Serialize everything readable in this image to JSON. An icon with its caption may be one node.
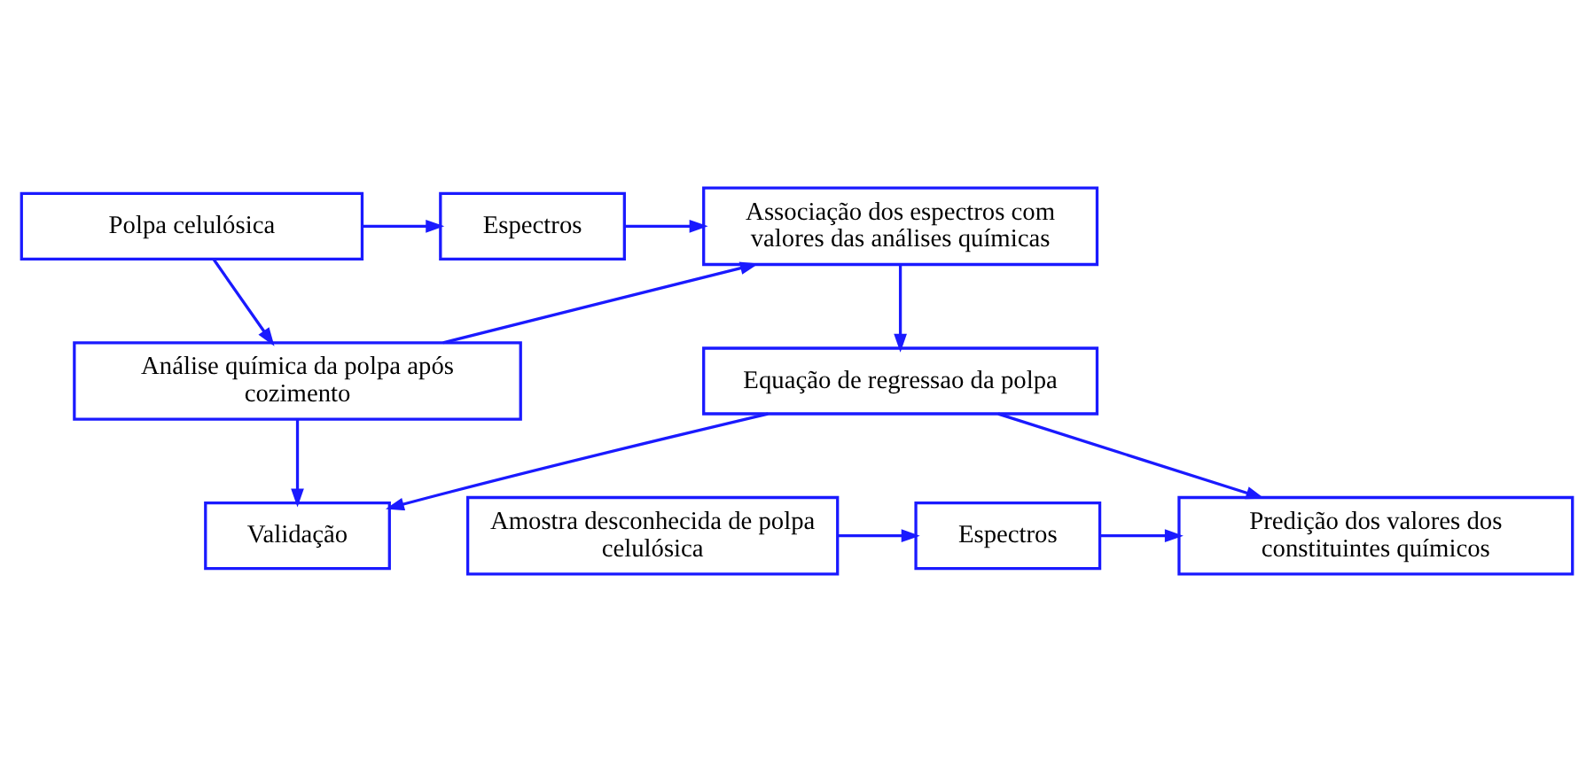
{
  "diagram": {
    "nodes": [
      {
        "text": [
          "Polpa celulósica"
        ]
      },
      {
        "text": [
          "Espectros"
        ]
      },
      {
        "text": [
          "Associação dos espectros com valores das análises químicas"
        ]
      },
      {
        "text": [
          "Análise química da polpa após cozimento"
        ]
      },
      {
        "text": [
          "Equação de regressao da polpa"
        ]
      },
      {
        "text": [
          "Validação"
        ]
      },
      {
        "text": [
          "Amostra desconhecida de polpa celulósica"
        ]
      },
      {
        "text": [
          "Espectros"
        ]
      },
      {
        "text": [
          "Predição dos valores dos constituintes químicos"
        ]
      }
    ],
    "edges": [
      {
        "from": 0,
        "to": 1,
        "arrow": "to"
      },
      {
        "from": 1,
        "to": 2,
        "arrow": "to"
      },
      {
        "from": 0,
        "to": 3,
        "arrow": "to"
      },
      {
        "from": 3,
        "to": 2,
        "arrow": "to"
      },
      {
        "from": 2,
        "to": 4,
        "arrow": "to"
      },
      {
        "from": 3,
        "to": 5,
        "arrow": "to"
      },
      {
        "from": 4,
        "to": 5,
        "arrow": "to"
      },
      {
        "from": 4,
        "to": 8,
        "arrow": "to"
      },
      {
        "from": 6,
        "to": 7,
        "arrow": "to"
      },
      {
        "from": 7,
        "to": 8,
        "arrow": "to"
      }
    ]
  }
}
